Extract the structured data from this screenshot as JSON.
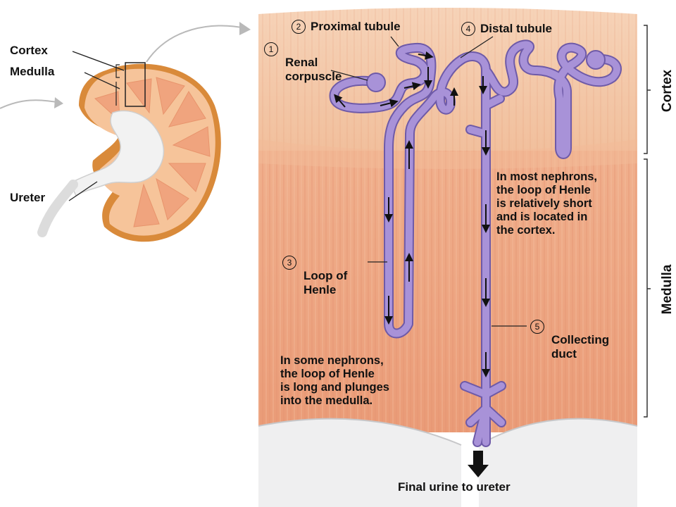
{
  "left_labels": {
    "cortex": "Cortex",
    "medulla": "Medulla",
    "ureter": "Ureter"
  },
  "parts": [
    {
      "num": "1",
      "text": "Renal\ncorpuscle"
    },
    {
      "num": "2",
      "text": "Proximal tubule"
    },
    {
      "num": "3",
      "text": "Loop of\nHenle"
    },
    {
      "num": "4",
      "text": "Distal tubule"
    },
    {
      "num": "5",
      "text": "Collecting\nduct"
    }
  ],
  "notes": {
    "short_loop": "In most nephrons,\nthe loop of Henle\nis relatively short\nand is located in\nthe cortex.",
    "long_loop": "In some nephrons,\nthe loop of Henle\nis long and plunges\ninto the medulla."
  },
  "side_labels": {
    "cortex": "Cortex",
    "medulla": "Medulla"
  },
  "bottom_label": "Final urine to ureter",
  "colors": {
    "cortex_fill": "#f3c7a6",
    "medulla_fill": "#eea27f",
    "tubule": "#a892d8",
    "tubule_outline": "#6e5aa8"
  }
}
